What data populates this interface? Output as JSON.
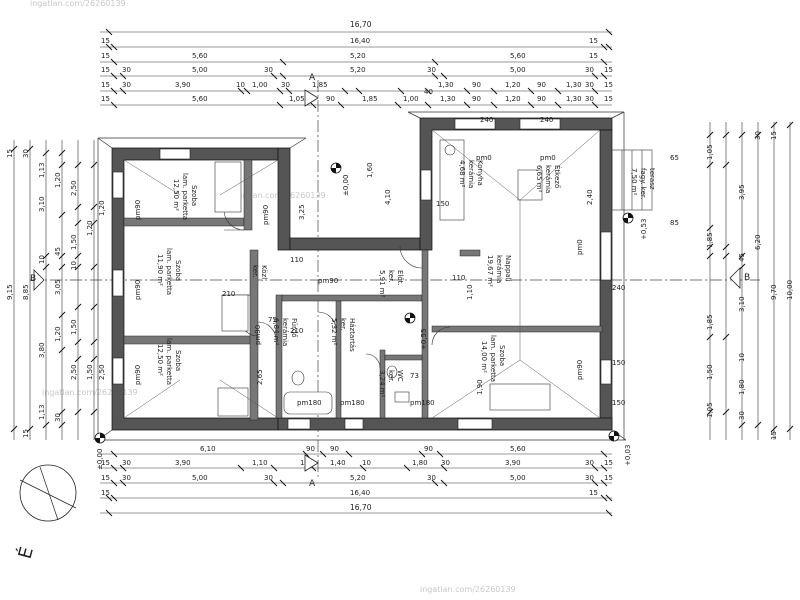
{
  "watermarks": [
    "ingatlan.com/26260139",
    "ingatlan.com/26260139",
    "ingatlan.com/26260139",
    "ingatlan.com/26260139"
  ],
  "north_label": "É",
  "section_marks": [
    "A",
    "A",
    "B",
    "B"
  ],
  "levels": {
    "origin": "±0,00",
    "origin_bottom": "±0,00",
    "bottom_right": "+0,03",
    "terrace": "+0,53",
    "entry": "+0,55"
  },
  "top_dims": {
    "overall": "16,70",
    "row2": [
      "15",
      "16,40",
      "15"
    ],
    "row3": [
      "15",
      "5,60",
      "5,20",
      "5,60",
      "15"
    ],
    "row4": [
      "15",
      "30",
      "5,00",
      "30",
      "5,20",
      "30",
      "5,00",
      "30",
      "15"
    ],
    "row5": [
      "15",
      "30",
      "3,90",
      "10",
      "1,00",
      "30",
      "1,85",
      "40",
      "1,30",
      "90",
      "1,20",
      "90",
      "1,30",
      "30",
      "15"
    ],
    "row6": [
      "15",
      "5,60",
      "1,05",
      "90",
      "1,85",
      "1,00",
      "1,30",
      "90",
      "1,20",
      "90",
      "1,30",
      "30",
      "15"
    ]
  },
  "bottom_dims": {
    "row1": [
      "6,10",
      "90",
      "90",
      "90",
      "5,60"
    ],
    "row2": [
      "15",
      "30",
      "3,90",
      "1,10",
      "10",
      "1,40",
      "10",
      "1,80",
      "30",
      "3,90",
      "30",
      "15"
    ],
    "row3": [
      "15",
      "30",
      "5,00",
      "30",
      "5,20",
      "30",
      "5,00",
      "30",
      "15"
    ],
    "row4": [
      "15",
      "16,40",
      "15"
    ],
    "overall": "16,70"
  },
  "left_dims": {
    "overall": "9,15",
    "inner": "8,85",
    "rows": [
      "15",
      "1,13",
      "30",
      "3,10",
      "1,20",
      "2,50",
      "1,50",
      "10",
      "45",
      "1,20",
      "3,05",
      "10",
      "1,50",
      "3,80",
      "1,20",
      "2,50",
      "1,50",
      "30",
      "1,13",
      "15"
    ]
  },
  "right_dims": {
    "overall": "10,00",
    "inner": "9,70",
    "rows": [
      "15",
      "30",
      "1,05",
      "3,95",
      "1,85",
      "6,20",
      "45",
      "1,85",
      "3,10",
      "10",
      "1,50",
      "1,80",
      "1,05",
      "30",
      "15"
    ]
  },
  "rooms": [
    {
      "name": "Szoba",
      "floor": "lam. parketta",
      "area": "12,50 m²"
    },
    {
      "name": "Szoba",
      "floor": "lam. parketta",
      "area": "11,90 m²"
    },
    {
      "name": "Szoba",
      "floor": "lam. parketta",
      "area": "12,50 m²"
    },
    {
      "name": "Konyha",
      "floor": "kerámia",
      "area": "4,68 m²"
    },
    {
      "name": "Étkező",
      "floor": "kerámia",
      "area": "6,65 m²"
    },
    {
      "name": "Nappali",
      "floor": "kerámia",
      "area": "19,67 m²"
    },
    {
      "name": "Előt.",
      "floor": "ker.",
      "area": "5,91 m²"
    },
    {
      "name": "Közl.",
      "floor": "ker.",
      "area": ""
    },
    {
      "name": "Fürdő",
      "floor": "kerámia",
      "area": "6,84 m²"
    },
    {
      "name": "Háztartás",
      "floor": "ker.",
      "area": "5,32 m²"
    },
    {
      "name": "WC",
      "floor": "ker.",
      "area": "3,24 m²"
    },
    {
      "name": "Szoba",
      "floor": "lam. parketta",
      "area": "14,00 m²"
    },
    {
      "name": "terasz",
      "floor": "fagy. ker.",
      "area": "7,50 m²"
    }
  ],
  "openings": [
    "pm90",
    "pm90",
    "pm90",
    "pm0",
    "pm0",
    "pm0",
    "pm90",
    "pm90",
    "pm90",
    "pm90",
    "pm180",
    "pm180",
    "pm180",
    "210",
    "210",
    "240",
    "240",
    "240",
    "150",
    "150",
    "150",
    "110",
    "110",
    "1,10",
    "1,90",
    "1,60",
    "4,10",
    "3,25",
    "2,65",
    "75",
    "73",
    "1,20",
    "2,50",
    "2,40",
    "65",
    "85"
  ]
}
